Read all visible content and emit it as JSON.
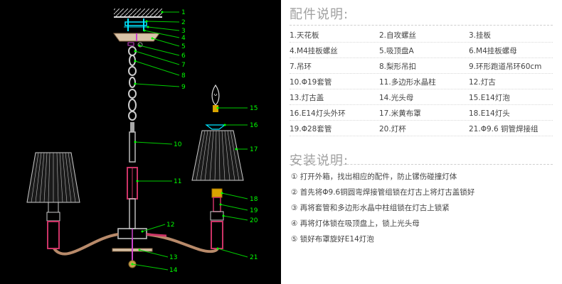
{
  "parts_heading": "配件说明:",
  "install_heading": "安装说明:",
  "parts": [
    "1.天花板",
    "2.自攻螺丝",
    "3.挂板",
    "4.M4挂板螺丝",
    "5.吸顶盘A",
    "6.M4挂板螺母",
    "7.吊环",
    "8.梨形吊扣",
    "9.环形跑道吊环60cm",
    "10.Φ19套管",
    "11.多边形水晶柱",
    "12.灯古",
    "13.灯古盖",
    "14.光头母",
    "15.E14灯泡",
    "16.E14灯头外环",
    "17.米黄布罩",
    "18.E14灯头",
    "19.Φ28套管",
    "20.灯杯",
    "21.Φ9.6 铜管焊接组"
  ],
  "steps": [
    "① 打开外箱，找出相应的配件，防止镙伤碰撞灯体",
    "② 首先将Φ9.6铜圆弯焊接管组锁在灯古上将灯古盖锁好",
    "③ 再将套管和多边形水晶中柱组锁在灯古上锁紧",
    "④ 再将灯体锁在吸顶盘上，锁上光头母",
    "⑤ 锁好布罩旋好E14灯泡"
  ],
  "callouts": [
    "1",
    "2",
    "3",
    "4",
    "5",
    "6",
    "7",
    "8",
    "9",
    "10",
    "11",
    "12",
    "13",
    "14",
    "15",
    "16",
    "17",
    "18",
    "19",
    "20",
    "21"
  ]
}
